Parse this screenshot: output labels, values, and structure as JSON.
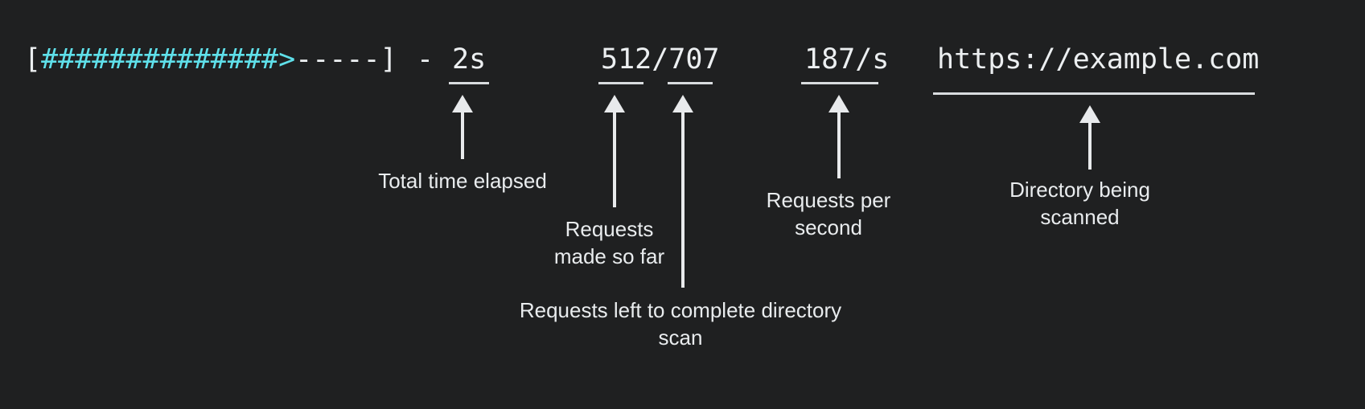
{
  "theme": {
    "background": "#1f2021",
    "text": "#eceff1",
    "accent_cyan": "#5fe0ea",
    "rule": "#d9dcdf",
    "arrow": "#e8eaec"
  },
  "terminal": {
    "progress_bar": {
      "open_bracket": "[",
      "filled": "##############",
      "filled_count": 14,
      "head": ">",
      "empty": "-----",
      "empty_count": 5,
      "close_bracket": "]",
      "full_text": "[##############>-----]"
    },
    "separator": "-",
    "elapsed": "2s",
    "requests": "512/707",
    "requests_done": "512",
    "requests_slash": "/",
    "requests_total": "707",
    "rate": "187/s",
    "target_url": "https://example.com"
  },
  "annotations": [
    {
      "id": "total-time-elapsed",
      "label": "Total time elapsed",
      "lines": [
        "Total time elapsed"
      ]
    },
    {
      "id": "requests-made-so-far",
      "label": "Requests made so far",
      "lines": [
        "Requests",
        "made so far"
      ]
    },
    {
      "id": "requests-left",
      "label": "Requests left to complete directory scan",
      "lines": [
        "Requests left to complete directory",
        "scan"
      ]
    },
    {
      "id": "requests-per-second",
      "label": "Requests per second",
      "lines": [
        "Requests per",
        "second"
      ]
    },
    {
      "id": "directory-being-scanned",
      "label": "Directory being scanned",
      "lines": [
        "Directory being",
        "scanned"
      ]
    }
  ]
}
